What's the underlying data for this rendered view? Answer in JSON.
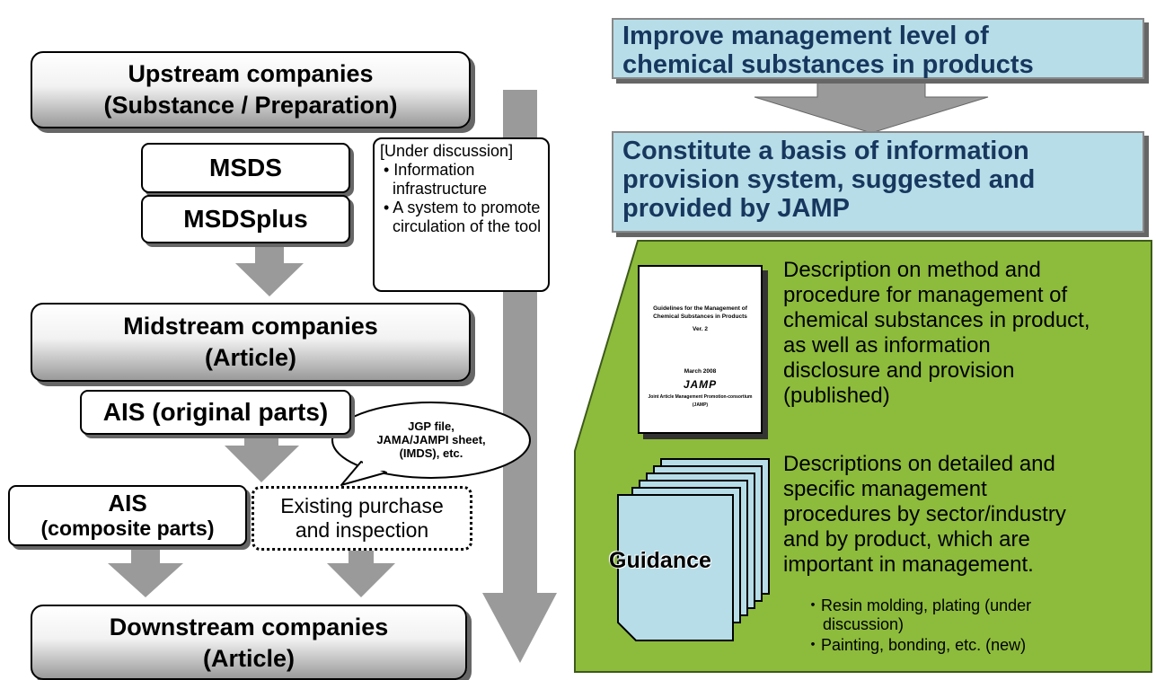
{
  "left": {
    "upstream": {
      "line1": "Upstream companies",
      "line2": "(Substance / Preparation)"
    },
    "msds": "MSDS",
    "msdsplus": "MSDSplus",
    "note": {
      "title": "[Under discussion]",
      "item1": "• Information infrastructure",
      "item2": "• A system to promote circulation of the tool"
    },
    "midstream": {
      "line1": "Midstream companies",
      "line2": "(Article)"
    },
    "ais_original": "AIS (original parts)",
    "speech": {
      "line1": "JGP file,",
      "line2": "JAMA/JAMPI sheet,",
      "line3": "(IMDS), etc."
    },
    "ais_composite": {
      "line1": "AIS",
      "line2": "(composite parts)"
    },
    "existing": {
      "line1": "Existing purchase",
      "line2": "and inspection"
    },
    "downstream": {
      "line1": "Downstream companies",
      "line2": "(Article)"
    }
  },
  "right": {
    "top_box": {
      "line1": "Improve management level of",
      "line2": "chemical substances in products"
    },
    "basis_box": {
      "line1": "Constitute a basis of information",
      "line2": "provision system, suggested and",
      "line3": "provided by JAMP"
    },
    "booklet": {
      "title1": "Guidelines for the Management of",
      "title2": "Chemical Substances in Products",
      "version": "Ver. 2",
      "date": "March 2008",
      "logo": "JAMP",
      "org1": "Joint Article Management Promotion-consortium",
      "org2": "(JAMP)"
    },
    "guidelines_desc": {
      "line1": "Description on method and",
      "line2": "procedure for management of",
      "line3": "chemical substances in product,",
      "line4": "as well as information",
      "line5": "disclosure and provision",
      "line6": "(published)"
    },
    "guidance_label": "Guidance",
    "guidance_desc": {
      "line1": "Descriptions on detailed and",
      "line2": "specific management",
      "line3": "procedures by sector/industry",
      "line4": "and by product, which are",
      "line5": "important in management."
    },
    "bullet1": {
      "line1": "・Resin molding, plating  (under",
      "line2": "discussion)"
    },
    "bullet2": "・Painting, bonding, etc. (new)"
  },
  "colors": {
    "gray_arrow": "#9a9a9a",
    "blue_box": "#b7dde8",
    "blue_text": "#17375e",
    "green_panel": "#8dbb3c",
    "page_blue": "#b7dde8"
  }
}
